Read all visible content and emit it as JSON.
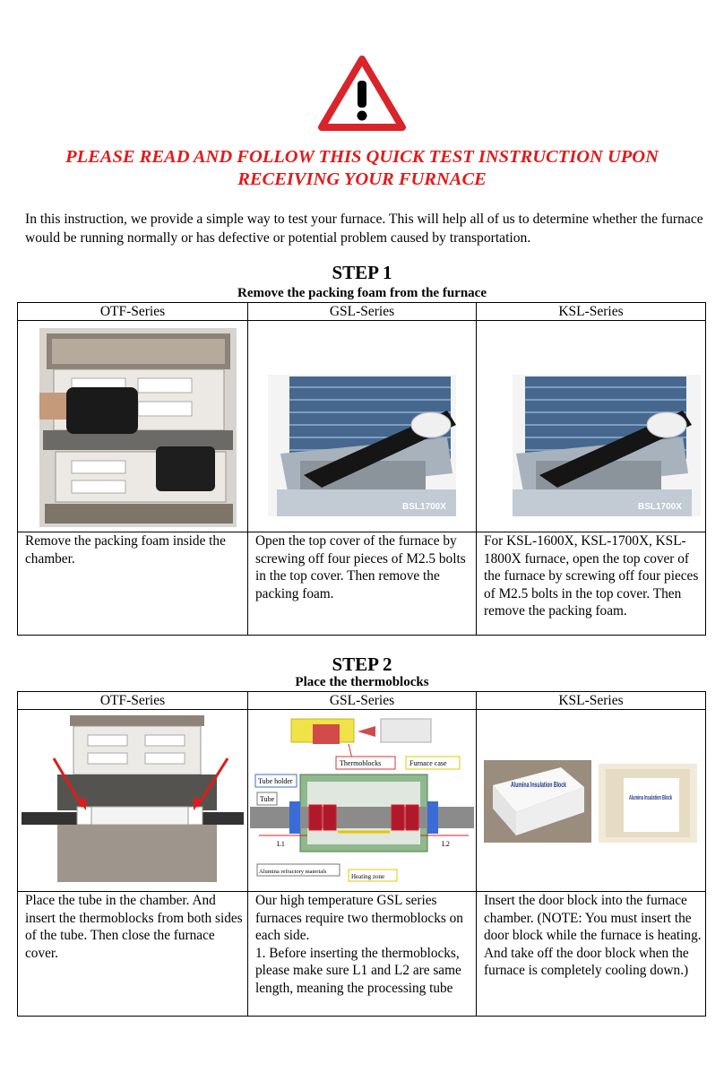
{
  "headline": {
    "line1": "PLEASE READ AND FOLLOW THIS QUICK TEST INSTRUCTION UPON",
    "line2": "RECEIVING YOUR FURNACE"
  },
  "intro": "In this instruction, we provide a simple way to test your furnace. This will help all of us to determine whether the furnace would be running normally or has defective or potential problem caused by transportation.",
  "steps": [
    {
      "title": "STEP 1",
      "subtitle": "Remove the packing foam from the furnace",
      "columns": [
        "OTF-Series",
        "GSL-Series",
        "KSL-Series"
      ],
      "descriptions": [
        "Remove the packing foam inside the chamber.",
        "Open the top cover of the furnace by screwing off four pieces of M2.5 bolts in the top cover. Then remove the packing foam.",
        "For KSL-1600X, KSL-1700X, KSL-1800X furnace, open the top cover of the furnace by screwing off four pieces of M2.5 bolts in the top cover. Then remove the packing foam."
      ],
      "photo_text": "BSL1700X"
    },
    {
      "title": "STEP 2",
      "subtitle": "Place the thermoblocks",
      "columns": [
        "OTF-Series",
        "GSL-Series",
        "KSL-Series"
      ],
      "descriptions": [
        "Place the tube in the chamber. And insert the thermoblocks from both sides of the tube. Then close the furnace cover.",
        "Our high temperature GSL series furnaces require two thermoblocks on each side.\n1. Before inserting the thermoblocks, please make sure L1 and L2 are same length, meaning the processing tube",
        "Insert the door block into the furnace chamber. (NOTE: You must insert the door block while the furnace is heating. And take off the door block when the furnace is completely cooling down.)"
      ],
      "diagram_labels": {
        "thermoblocks": "Thermoblocks",
        "furnace_case": "Furnace case",
        "tube_holder": "Tube holder",
        "tube": "Tube",
        "l1": "L1",
        "l2": "L2",
        "refractory": "Alumina refractory materials",
        "heating_zone": "Heating zone"
      },
      "block_label": "Alumina Insulation Block"
    }
  ],
  "colors": {
    "headline": "#e01b1b",
    "warning_red": "#d9242a"
  }
}
